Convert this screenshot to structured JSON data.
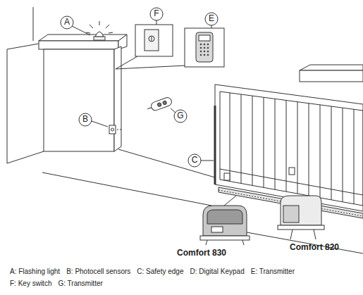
{
  "diagram": {
    "labels": [
      "A",
      "F",
      "E",
      "G",
      "B",
      "C",
      "Comfort 830",
      "Comfort 820",
      "A: Flashing light",
      "B: Photocell sensors",
      "C: Safety edge",
      "D: Digital Keypad",
      "E: Transmitter",
      "F: Key switch",
      "G: Transmitter"
    ]
  }
}
